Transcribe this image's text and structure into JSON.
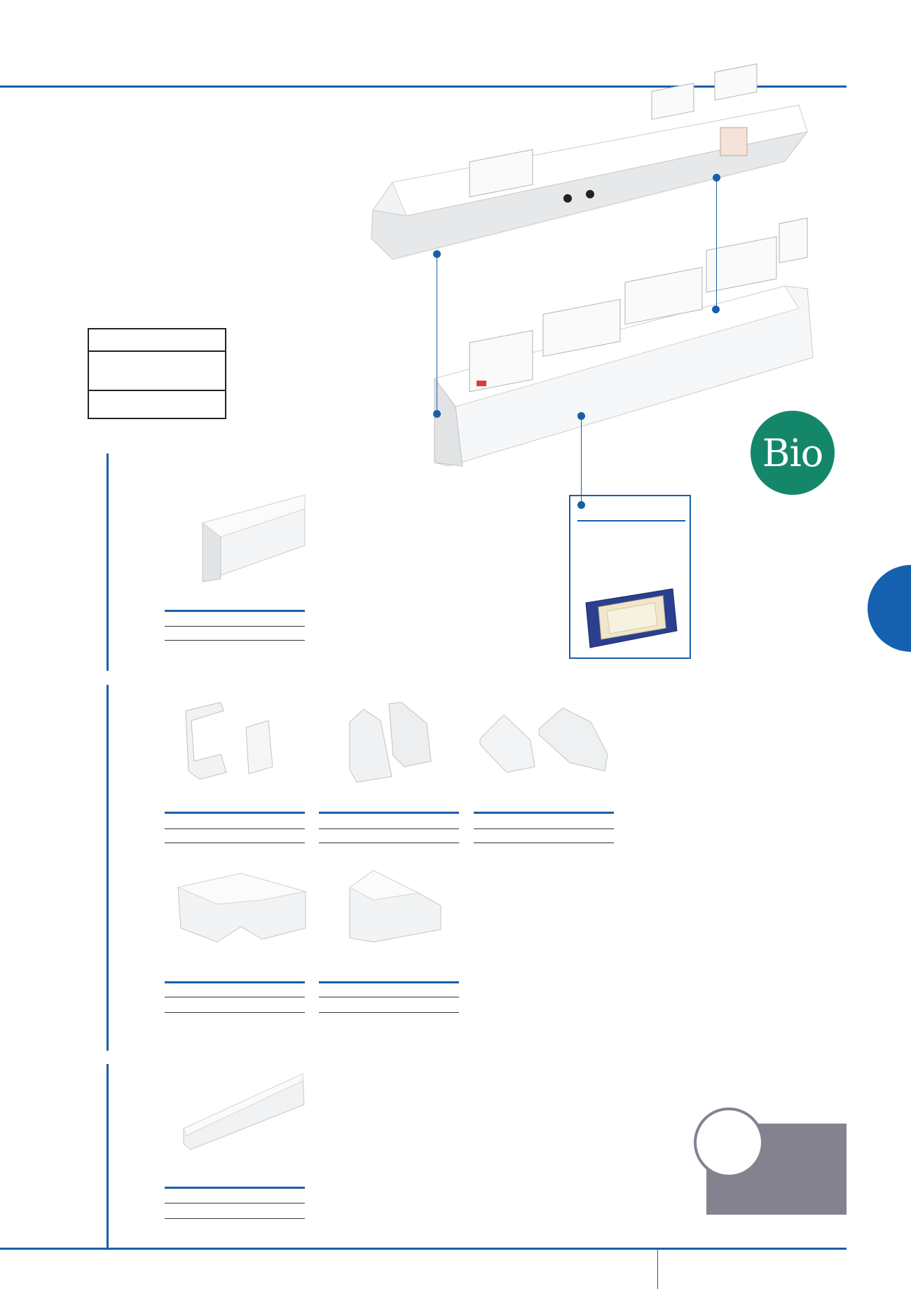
{
  "bio_badge": {
    "label": "Bio",
    "color": "#14876a"
  },
  "brand_colors": {
    "accent_blue": "#1a5ea8",
    "panel_grey": "#858290"
  },
  "icons": {
    "dado_trunking_assembly": "desk-trunking-product-image",
    "section_a": [
      "trunking-length-image"
    ],
    "section_b": [
      "coupler-image",
      "end-cap-image",
      "end-cap-pair-image",
      "internal-angle-image",
      "stop-end-image"
    ],
    "section_c": [
      "lid-clip-strip-image"
    ],
    "callout": "mounting-box-image"
  }
}
